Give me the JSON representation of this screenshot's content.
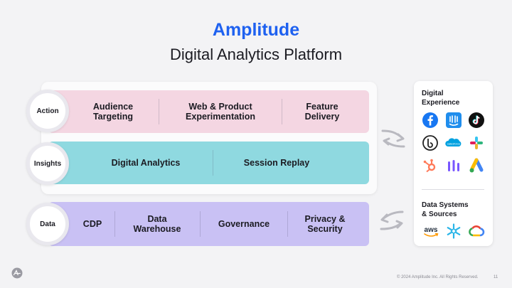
{
  "header": {
    "title": "Amplitude",
    "subtitle": "Digital Analytics Platform"
  },
  "layers": {
    "action": {
      "label": "Action",
      "items": [
        "Audience\nTargeting",
        "Web & Product\nExperimentation",
        "Feature\nDelivery"
      ]
    },
    "insights": {
      "label": "Insights",
      "items": [
        "Digital Analytics",
        "Session Replay"
      ]
    },
    "data": {
      "label": "Data",
      "items": [
        "CDP",
        "Data\nWarehouse",
        "Governance",
        "Privacy &\nSecurity"
      ]
    }
  },
  "side_panel": {
    "digital_experience": {
      "heading": "Digital\nExperience",
      "icons": [
        "facebook-icon",
        "intercom-icon",
        "tiktok-icon",
        "braze-icon",
        "salesforce-icon",
        "slack-icon",
        "hubspot-icon",
        "mixpanel-icon",
        "google-ads-icon"
      ],
      "salesforce_text": "salesforce"
    },
    "data_systems": {
      "heading": "Data Systems\n& Sources",
      "icons": [
        "aws-icon",
        "snowflake-icon",
        "google-cloud-icon"
      ],
      "aws_text": "aws"
    }
  },
  "colors": {
    "title": "#1e61f0",
    "action_band": "#f4d6e2",
    "insights_band": "#8fd9e0",
    "data_band": "#c9c1f4"
  },
  "footer": {
    "copyright": "© 2024 Amplitude Inc.  All Rights Reserved.",
    "page_number": "11"
  }
}
